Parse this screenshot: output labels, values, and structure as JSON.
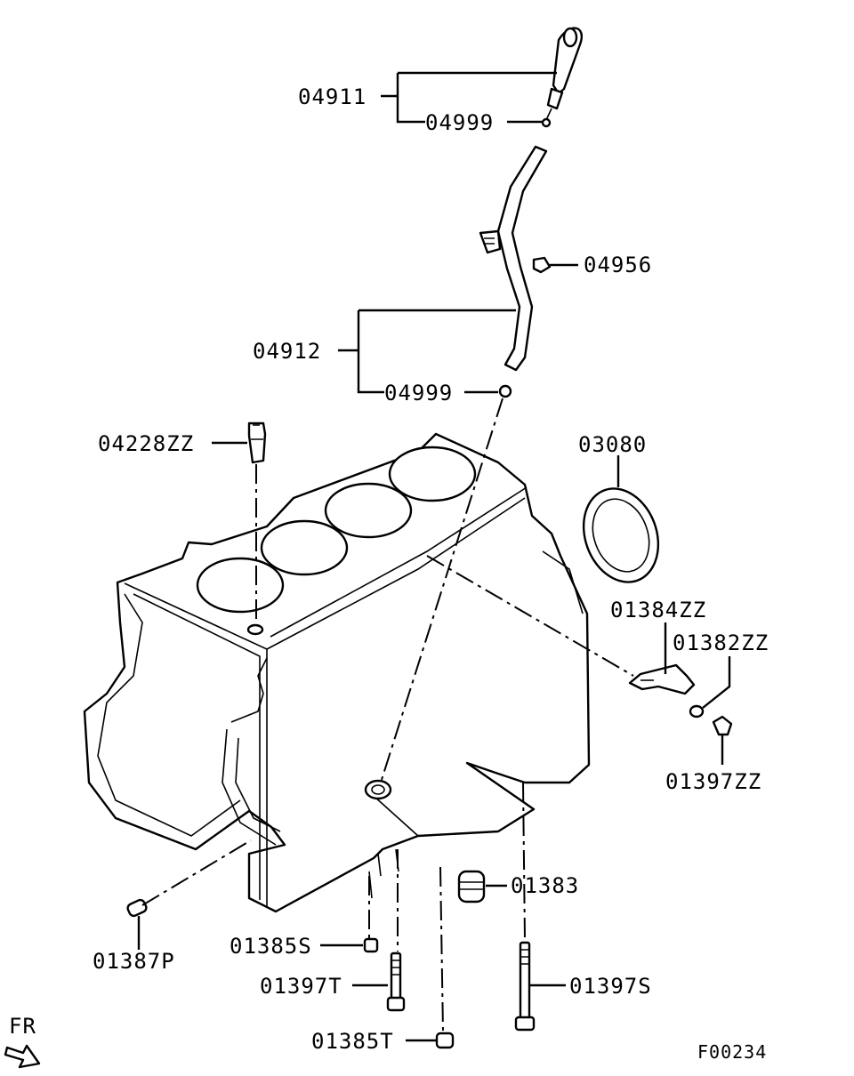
{
  "diagram_id": "F00234",
  "direction_label": "FR",
  "labels": {
    "p04911": "04911",
    "p04999a": "04999",
    "p04956": "04956",
    "p04912": "04912",
    "p04999b": "04999",
    "p04228ZZ": "04228ZZ",
    "p03080": "03080",
    "p01384ZZ": "01384ZZ",
    "p01382ZZ": "01382ZZ",
    "p01397ZZ": "01397ZZ",
    "p01383": "01383",
    "p01387P": "01387P",
    "p01385S": "01385S",
    "p01397T": "01397T",
    "p01397S": "01397S",
    "p01385T": "01385T"
  }
}
